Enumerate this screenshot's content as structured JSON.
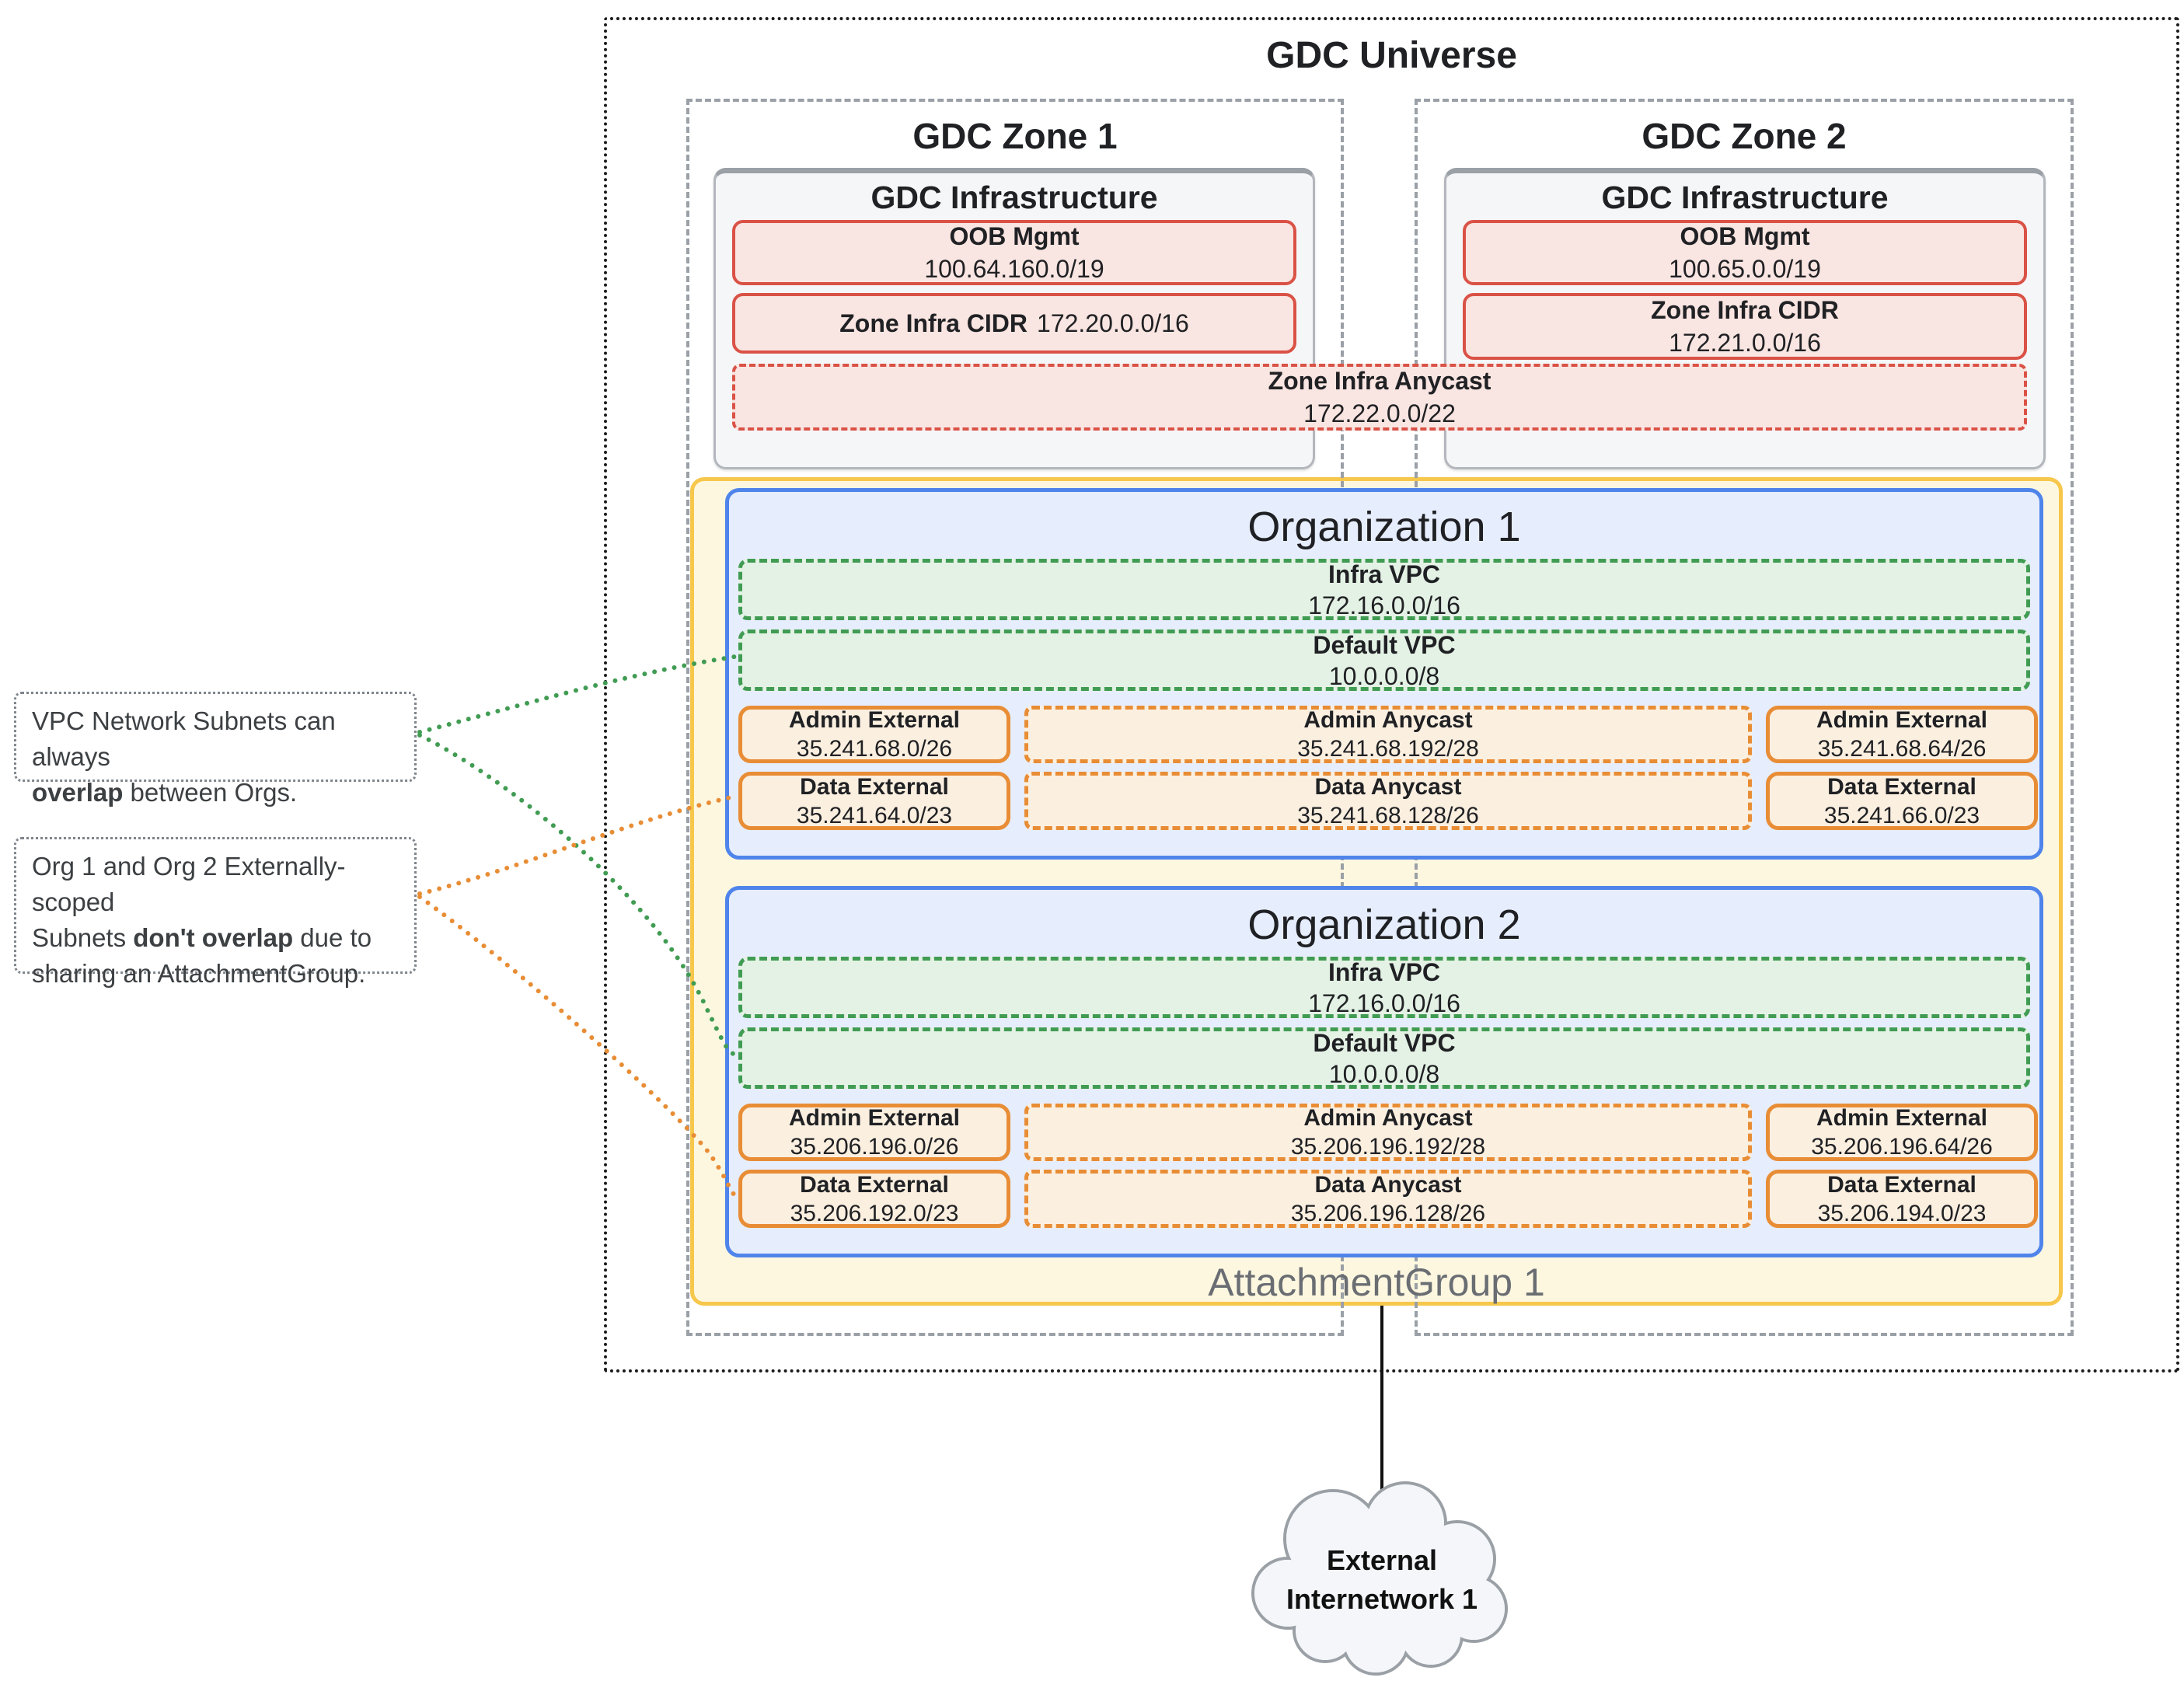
{
  "universe": {
    "title": "GDC Universe"
  },
  "zones": [
    {
      "title": "GDC Zone 1",
      "infra_title": "GDC Infrastructure",
      "oob_label": "OOB Mgmt",
      "oob_cidr": "100.64.160.0/19",
      "cidr_label": "Zone Infra CIDR",
      "cidr_value": "172.20.0.0/16"
    },
    {
      "title": "GDC Zone 2",
      "infra_title": "GDC Infrastructure",
      "oob_label": "OOB Mgmt",
      "oob_cidr": "100.65.0.0/19",
      "cidr_label": "Zone Infra CIDR",
      "cidr_value": "172.21.0.0/16"
    }
  ],
  "zone_infra_anycast": {
    "label": "Zone Infra Anycast",
    "cidr": "172.22.0.0/22"
  },
  "attachment_group": {
    "label": "AttachmentGroup 1"
  },
  "organizations": [
    {
      "title": "Organization 1",
      "infra_vpc_label": "Infra VPC",
      "infra_vpc_cidr": "172.16.0.0/16",
      "default_vpc_label": "Default VPC",
      "default_vpc_cidr": "10.0.0.0/8",
      "admin_external_left_label": "Admin External",
      "admin_external_left_cidr": "35.241.68.0/26",
      "admin_anycast_label": "Admin Anycast",
      "admin_anycast_cidr": "35.241.68.192/28",
      "admin_external_right_label": "Admin External",
      "admin_external_right_cidr": "35.241.68.64/26",
      "data_external_left_label": "Data External",
      "data_external_left_cidr": "35.241.64.0/23",
      "data_anycast_label": "Data Anycast",
      "data_anycast_cidr": "35.241.68.128/26",
      "data_external_right_label": "Data External",
      "data_external_right_cidr": "35.241.66.0/23"
    },
    {
      "title": "Organization 2",
      "infra_vpc_label": "Infra VPC",
      "infra_vpc_cidr": "172.16.0.0/16",
      "default_vpc_label": "Default VPC",
      "default_vpc_cidr": "10.0.0.0/8",
      "admin_external_left_label": "Admin External",
      "admin_external_left_cidr": "35.206.196.0/26",
      "admin_anycast_label": "Admin Anycast",
      "admin_anycast_cidr": "35.206.196.192/28",
      "admin_external_right_label": "Admin External",
      "admin_external_right_cidr": "35.206.196.64/26",
      "data_external_left_label": "Data External",
      "data_external_left_cidr": "35.206.192.0/23",
      "data_anycast_label": "Data Anycast",
      "data_anycast_cidr": "35.206.196.128/26",
      "data_external_right_label": "Data External",
      "data_external_right_cidr": "35.206.194.0/23"
    }
  ],
  "annotations": [
    {
      "line1": "VPC Network Subnets can always",
      "bold": "overlap",
      "rest": " between Orgs."
    },
    {
      "line1": "Org 1 and Org 2 Externally-scoped",
      "line2_pre": "Subnets ",
      "bold": "don't overlap",
      "line2_post": " due to",
      "line3": "sharing an AttachmentGroup."
    }
  ],
  "external_internetwork": {
    "line1": "External",
    "line2": "Internetwork 1"
  },
  "colors": {
    "universe_border": "#1B1B1B",
    "zone_border": "#9AA0A6",
    "infra_card_fill": "#F5F6F8",
    "red_accent": "#DA5246",
    "red_fill": "#F9E5E1",
    "green_accent": "#419C53",
    "green_fill": "#E4F2E5",
    "orange_accent": "#E88D35",
    "orange_fill": "#FBEFE0",
    "blue_accent": "#4F84EB",
    "blue_fill": "#E6EDFC",
    "yellow_accent": "#F6C74B",
    "yellow_fill": "#FEF7E0",
    "cloud_fill": "#F4F6F9",
    "cloud_border": "#9AA0A6",
    "note_border": "#7F858C"
  }
}
